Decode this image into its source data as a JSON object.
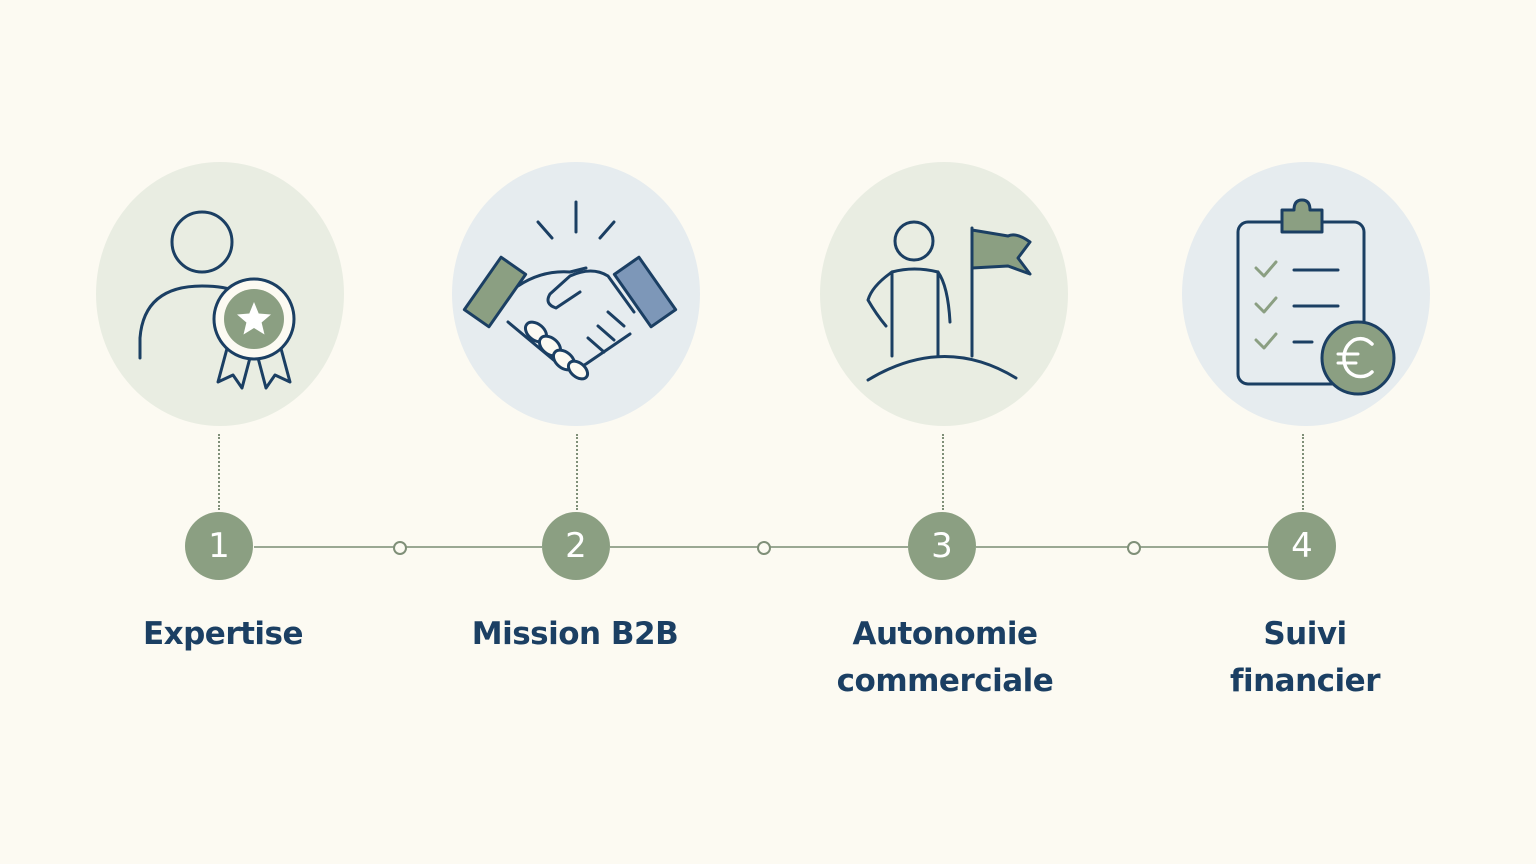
{
  "steps": [
    {
      "number": "1",
      "label": "Expertise",
      "icon": "expert-badge-icon"
    },
    {
      "number": "2",
      "label": "Mission B2B",
      "icon": "handshake-icon"
    },
    {
      "number": "3",
      "label": "Autonomie\ncommerciale",
      "icon": "person-flag-icon"
    },
    {
      "number": "4",
      "label": "Suivi\nfinancier",
      "icon": "clipboard-euro-icon"
    }
  ],
  "colors": {
    "background": "#fcfaf2",
    "navy": "#1b3f63",
    "sage": "#8b9f82",
    "circle_green": "#e9ede2",
    "circle_blue": "#e6ecef"
  }
}
